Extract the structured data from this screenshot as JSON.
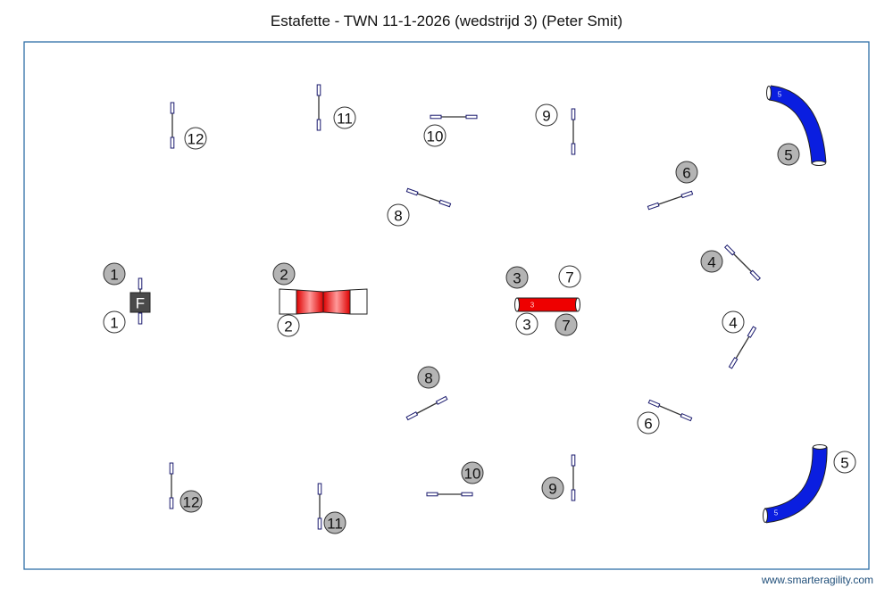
{
  "title": "Estafette - TWN 11-1-2026 (wedstrijd 3) (Peter Smit)",
  "footer": "www.smarteragility.com",
  "start_label": "F",
  "tunnel_labels": {
    "tunnel_3": "3",
    "tunnel_5_top": "5",
    "tunnel_5_bottom": "5"
  },
  "white_numbers": [
    "12",
    "11",
    "10",
    "9",
    "8",
    "1",
    "2",
    "7",
    "3",
    "4",
    "6",
    "5"
  ],
  "grey_numbers": [
    "5",
    "6",
    "4",
    "1",
    "2",
    "3",
    "7",
    "8",
    "10",
    "9",
    "12",
    "11"
  ],
  "colors": {
    "border": "#2f6fa7",
    "grey_marker": "#b4b4b4",
    "tunnel_red": "#ee0000",
    "tunnel_blue": "#0a1ee0",
    "jump_wing": "#1a1a6e"
  }
}
